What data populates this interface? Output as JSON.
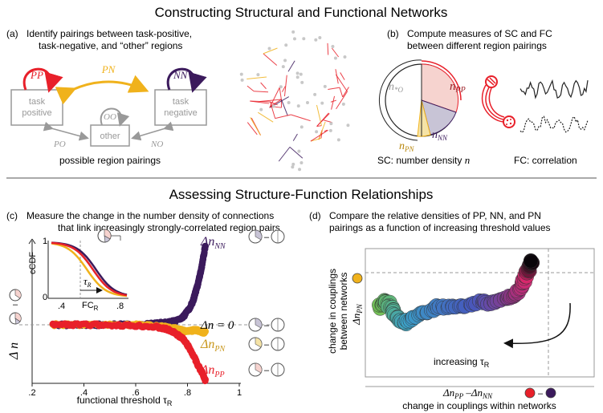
{
  "titles": {
    "top": "Constructing Structural and Functional Networks",
    "bottom": "Assessing Structure-Function Relationships"
  },
  "panel_a": {
    "letter": "(a)",
    "caption_line1": "Identify pairings between task-positive,",
    "caption_line2": "task-negative, and “other” regions",
    "node_pos_line1": "task",
    "node_pos_line2": "positive",
    "node_neg_line1": "task",
    "node_neg_line2": "negative",
    "node_other": "other",
    "label_pp": "PP",
    "label_nn": "NN",
    "label_pn": "PN",
    "label_oo": "OO",
    "label_po": "PO",
    "label_no": "NO",
    "footer": "possible region pairings"
  },
  "panel_b": {
    "letter": "(b)",
    "caption_line1": "Compute measures of SC and FC",
    "caption_line2": "between different region pairings",
    "lbl_nstar": "n",
    "lbl_nstar_sub": "*O",
    "lbl_npp": "n",
    "lbl_npp_sub": "PP",
    "lbl_nnn": "n",
    "lbl_nnn_sub": "NN",
    "lbl_npn": "n",
    "lbl_npn_sub": "PN",
    "sc_label": "SC: number density ",
    "sc_var": "n",
    "fc_label": "FC: correlation"
  },
  "panel_c": {
    "letter": "(c)",
    "caption_line1": "Measure the change in the number density of connections",
    "caption_line2": "that link increasingly strongly-correlated region pairs",
    "ylabel": "Δ n",
    "xlabel": "functional threshold τ",
    "xlabel_sub": "R",
    "lbl_dnn": "Δn",
    "lbl_dnn_sub": "NN",
    "lbl_zero": "Δn = 0",
    "lbl_dpn": "Δn",
    "lbl_dpn_sub": "PN",
    "lbl_dpp": "Δn",
    "lbl_dpp_sub": "PP",
    "inset_ylabel": "cCDF",
    "inset_xlabel": "FC",
    "inset_xlabel_sub": "R",
    "inset_tau": "τ",
    "inset_tau_sub": "R",
    "inset_xticks": [
      ".4",
      ".8"
    ],
    "inset_yticks": [
      "1",
      "0"
    ],
    "minus": "–"
  },
  "panel_d": {
    "letter": "(d)",
    "caption_line1": "Compare the relative densities of PP, NN, and PN",
    "caption_line2": "pairings as a function of increasing threshold values",
    "ylabel_line1": "change in couplings",
    "ylabel_line2": "between networks",
    "ylabel_math": "Δn",
    "ylabel_math_sub": "PN",
    "xlabel_math": "Δn",
    "xlabel_math_sub1": "PP",
    "xlabel_math_mid": " –Δn",
    "xlabel_math_sub2": "NN",
    "xlabel_text": "change in couplings within networks",
    "arrow_label": "increasing τ",
    "arrow_label_sub": "R",
    "minus": "–"
  },
  "colors": {
    "pp": "#e8202a",
    "nn": "#3b1a5c",
    "pn": "#f0b21c",
    "gray": "#999999",
    "pink_fill": "#f6d3cf",
    "lav_fill": "#c8c4d6",
    "yel_fill": "#f5e3a6"
  },
  "chart_data": [
    {
      "type": "scatter",
      "panel": "c",
      "xlabel": "functional threshold τR",
      "ylabel": "Δ n",
      "xlim": [
        0.2,
        1.0
      ],
      "xticks": [
        0.2,
        0.4,
        0.6,
        0.8,
        1.0
      ],
      "series": [
        {
          "name": "ΔnNN",
          "color": "#3b1a5c",
          "x": [
            0.28,
            0.35,
            0.45,
            0.55,
            0.62,
            0.68,
            0.72,
            0.75,
            0.78,
            0.8,
            0.82,
            0.83,
            0.84,
            0.85,
            0.86,
            0.87
          ],
          "y": [
            0.0,
            0.0,
            0.0,
            0.0,
            0.005,
            0.01,
            0.02,
            0.03,
            0.06,
            0.12,
            0.2,
            0.28,
            0.36,
            0.46,
            0.58,
            0.72
          ]
        },
        {
          "name": "ΔnPN",
          "color": "#f0b21c",
          "x": [
            0.28,
            0.35,
            0.45,
            0.55,
            0.62,
            0.68,
            0.72,
            0.75,
            0.78,
            0.8,
            0.82,
            0.84,
            0.86,
            0.87
          ],
          "y": [
            0.0,
            0.0,
            0.0,
            0.0,
            0.0,
            -0.01,
            -0.02,
            -0.03,
            -0.05,
            -0.06,
            -0.05,
            -0.05,
            -0.07,
            -0.06
          ]
        },
        {
          "name": "ΔnPP",
          "color": "#e8202a",
          "x": [
            0.28,
            0.35,
            0.45,
            0.55,
            0.62,
            0.68,
            0.72,
            0.75,
            0.78,
            0.8,
            0.82,
            0.84,
            0.86,
            0.87
          ],
          "y": [
            0.0,
            0.0,
            0.0,
            -0.005,
            -0.01,
            -0.02,
            -0.04,
            -0.07,
            -0.12,
            -0.18,
            -0.26,
            -0.36,
            -0.44,
            -0.5
          ]
        }
      ]
    },
    {
      "type": "scatter",
      "panel": "d",
      "xlabel": "ΔnPP –ΔnNN",
      "ylabel": "ΔnPN",
      "points_in_order_of_increasing_tau": [
        [
          0.05,
          0.55
        ],
        [
          0.08,
          0.6
        ],
        [
          0.1,
          0.58
        ],
        [
          0.12,
          0.52
        ],
        [
          0.15,
          0.45
        ],
        [
          0.18,
          0.4
        ],
        [
          0.22,
          0.45
        ],
        [
          0.28,
          0.5
        ],
        [
          0.35,
          0.55
        ],
        [
          0.42,
          0.55
        ],
        [
          0.5,
          0.56
        ],
        [
          0.58,
          0.6
        ],
        [
          0.64,
          0.58
        ],
        [
          0.7,
          0.62
        ],
        [
          0.74,
          0.65
        ],
        [
          0.78,
          0.7
        ],
        [
          0.8,
          0.78
        ],
        [
          0.82,
          0.85
        ],
        [
          0.83,
          0.9
        ],
        [
          0.84,
          0.95
        ]
      ]
    }
  ]
}
